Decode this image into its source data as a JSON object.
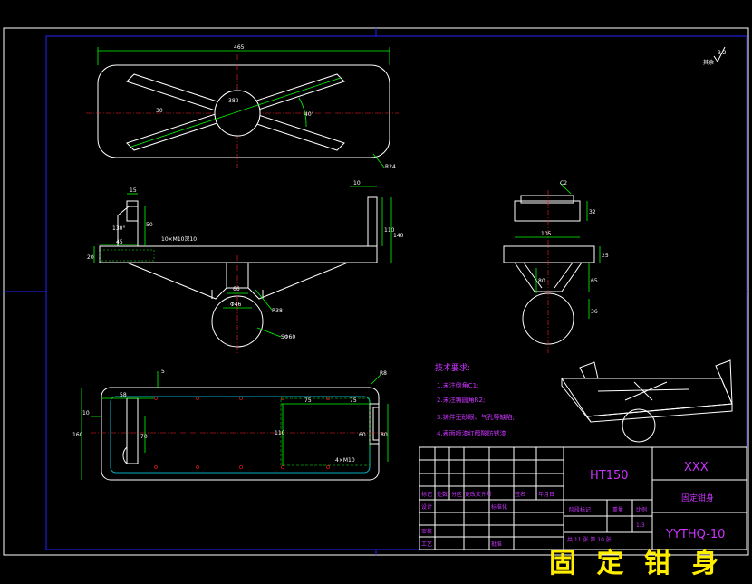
{
  "title_block": {
    "material": "HT150",
    "company": "XXX",
    "part_name": "固定钳身",
    "drawing_no": "YYTHQ-10",
    "scale": "1:3",
    "sheet": "共 11 张 第 10 张",
    "labels": {
      "mark": "标记",
      "count": "处数",
      "zone": "分区",
      "change_doc": "更改文件号",
      "signature": "签名",
      "date": "年月日",
      "design": "设计",
      "standardize": "标准化",
      "stage_mark": "阶段标记",
      "weight": "重量",
      "ratio": "比例",
      "review": "审核",
      "process": "工艺",
      "approve": "批准"
    }
  },
  "big_title": "固 定 钳 身",
  "roughness_note": "其余",
  "tech_requirements": {
    "heading": "技术要求:",
    "items": [
      "1.未注倒角C1;",
      "2.未注铸圆角R2;",
      "3.铸件无砂眼、气孔等缺陷;",
      "4.表面喷漆红醇酸防锈漆"
    ]
  },
  "dimensions": {
    "top": {
      "length": "465",
      "width_arm": "30",
      "angle": "40°",
      "center": "380",
      "radius": "R24"
    },
    "front": {
      "d15": "15",
      "d130": "130°",
      "d45": "45",
      "d50": "50",
      "d20": "20",
      "hole": "10×M10深10",
      "d10": "10",
      "d110": "110",
      "d140": "140",
      "d66": "66",
      "d46": "Φ46",
      "r38": "R38",
      "sphere": "SΦ60"
    },
    "side": {
      "c2": "C2",
      "d32": "32",
      "d105": "105",
      "d25": "25",
      "d80": "80",
      "d65": "65",
      "d36": "36"
    },
    "plan": {
      "d5": "5",
      "d58": "58",
      "d10": "10",
      "d160": "160",
      "d70": "70",
      "d75a": "75",
      "d75b": "75",
      "d110": "110",
      "d60": "60",
      "d80": "80",
      "r8": "R8",
      "holes": "4×M10"
    }
  },
  "colors": {
    "background": "#000000",
    "outline": "#ffffff",
    "dimension": "#00ff00",
    "centerline": "#ff2020",
    "annotation": "#cc33ff",
    "title_text": "#ffee00",
    "frame": "#2222ff"
  }
}
